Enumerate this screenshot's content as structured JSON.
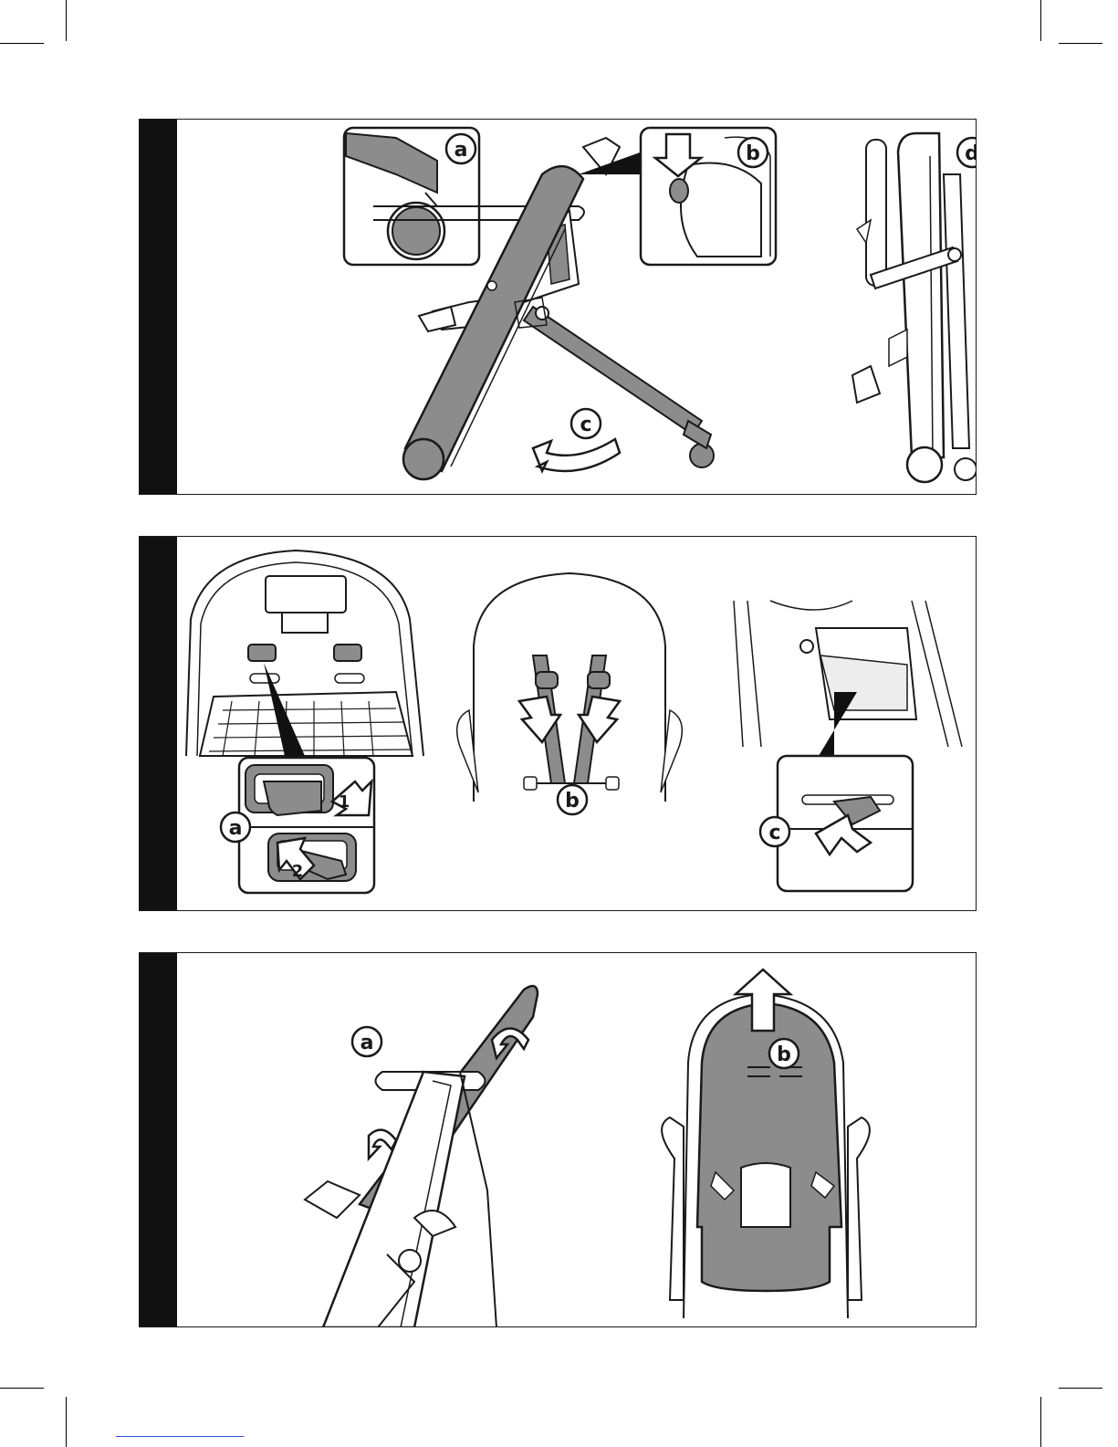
{
  "panels": [
    {
      "id": "fold-chair",
      "labels": {
        "a": "a",
        "b": "b",
        "c": "c",
        "d": "d"
      }
    },
    {
      "id": "remove-harness",
      "labels": {
        "a": "a",
        "b": "b",
        "c": "c",
        "step1": "1",
        "step2": "2"
      }
    },
    {
      "id": "remove-cover",
      "labels": {
        "a": "a",
        "b": "b"
      }
    }
  ],
  "colors": {
    "fill": "#8c8c8c",
    "stroke": "#1a1a1a",
    "bar": "#111111",
    "light": "#ededed"
  }
}
